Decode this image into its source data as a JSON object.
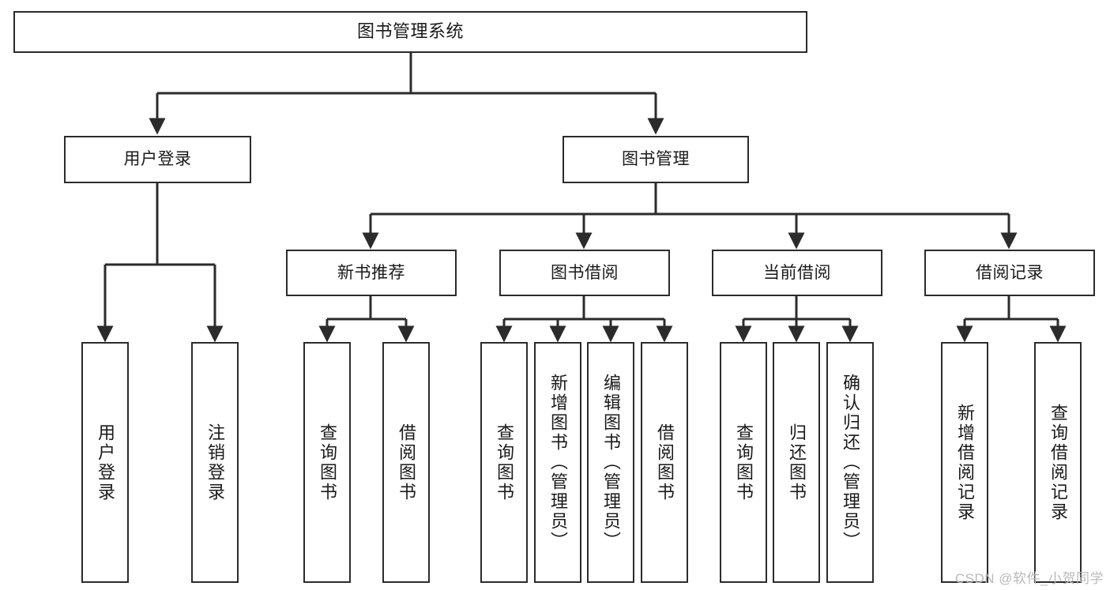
{
  "diagram": {
    "title": "图书管理系统",
    "type": "tree",
    "watermark": "CSDN @软件_小贺同学",
    "colors": {
      "box_border": "#2b2b2b",
      "box_fill": "#ffffff",
      "connector": "#2b2b2b",
      "text": "#1a1a1a",
      "watermark": "#b9b9b9"
    },
    "nodes": {
      "root": {
        "label": "图书管理系统"
      },
      "level2": [
        {
          "label": "用户登录"
        },
        {
          "label": "图书管理"
        }
      ],
      "level3": [
        {
          "label": "新书推荐"
        },
        {
          "label": "图书借阅"
        },
        {
          "label": "当前借阅"
        },
        {
          "label": "借阅记录"
        }
      ],
      "leaves": {
        "user_login": [
          {
            "label": "用户登录"
          },
          {
            "label": "注销登录"
          }
        ],
        "new_book_recommend": [
          {
            "label": "查询图书"
          },
          {
            "label": "借阅图书"
          }
        ],
        "book_borrow": [
          {
            "label": "查询图书"
          },
          {
            "label": "新增图书（管理员）"
          },
          {
            "label": "编辑图书（管理员）"
          },
          {
            "label": "借阅图书"
          }
        ],
        "current_borrow": [
          {
            "label": "查询图书"
          },
          {
            "label": "归还图书"
          },
          {
            "label": "确认归还（管理员）"
          }
        ],
        "borrow_record": [
          {
            "label": "新增借阅记录"
          },
          {
            "label": "查询借阅记录"
          }
        ]
      }
    }
  }
}
